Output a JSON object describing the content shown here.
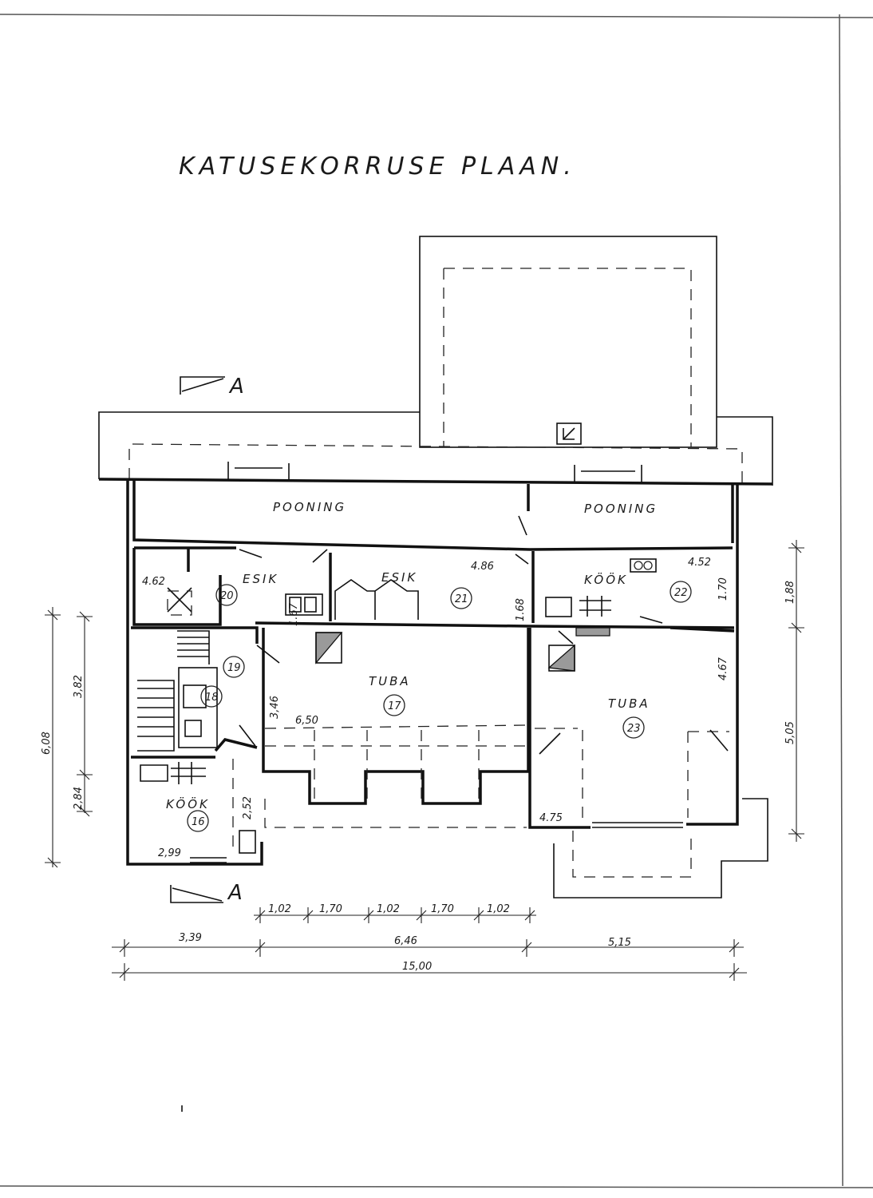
{
  "title": "KATUSEKORRUSE PLAAN.",
  "section_marks": {
    "top": "A",
    "bottom": "A"
  },
  "rooms": {
    "pooning_left": "POONING",
    "pooning_right": "POONING",
    "esik_20": "ESIK",
    "esik_21": "ESIK",
    "kook_22": "KÖÖK",
    "kook_16": "KÖÖK",
    "tuba_17": "TUBA",
    "tuba_23": "TUBA"
  },
  "room_numbers": [
    "20",
    "21",
    "22",
    "19",
    "18",
    "17",
    "23",
    "16"
  ],
  "interior_dimensions": {
    "d_4_62": "4.62",
    "d_4_86": "4.86",
    "d_4_52": "4.52",
    "d_1_67": "1.67",
    "d_1_68": "1.68",
    "d_1_70": "1.70",
    "d_4_67": "4.67",
    "d_3_46": "3,46",
    "d_6_50": "6,50",
    "d_2_52": "2,52",
    "d_2_99": "2,99",
    "d_4_75": "4.75"
  },
  "left_dimensions": {
    "overall": "6,08",
    "upper": "3,82",
    "lower": "2,84"
  },
  "right_dimensions": {
    "upper": "1,88",
    "lower": "5,05"
  },
  "bottom_dimensions": {
    "window_row": [
      "1,02",
      "1,70",
      "1,02",
      "1,70",
      "1,02"
    ],
    "segments": [
      "3,39",
      "6,46",
      "5,15"
    ],
    "overall": "15,00"
  }
}
